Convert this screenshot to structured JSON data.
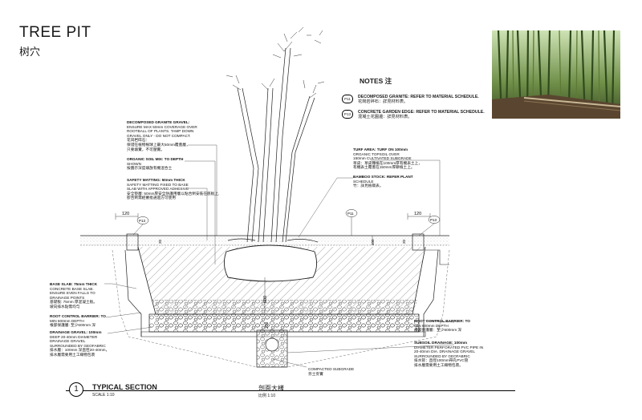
{
  "header": {
    "title": "TREE PIT",
    "subtitle": "树穴"
  },
  "photo": {
    "alt": "bamboo-grove-photo"
  },
  "notes": {
    "title": "NOTES 注",
    "items": [
      {
        "tag": "P11",
        "en": "DECOMPOSED GRANITE: REFER TO MATERIAL SCHEDULE.",
        "cn": "花岗岩碎石：詳見材料表。"
      },
      {
        "tag": "P13",
        "en": "CONCRETE GARDEN EDGE: REFER TO MATERIAL SCHEDULE.",
        "cn": "混凝土花園邊：詳見材料表。"
      }
    ]
  },
  "annotations": {
    "decomposed_granite_gravel": [
      "DECOMPOSED GRANITE GRAVEL:",
      "ENSURE MAX 50mm COVERAGE OVER",
      "ROOTBALL OF PLANTS. TAMP DOWN",
      "GRAVEL ONLY - DO NOT COMPACT.",
      "花崗岩碎石：",
      "保證在植物根球上最大50mm覆蓋層，",
      "只要填實，不可壓實。"
    ],
    "organic_soil_mix": [
      "ORGANIC SOIL MIX: TO DEPTH",
      "SHOWN",
      "按圖示深度填放有機混合土"
    ],
    "safety_matting": [
      "SAFETY MATTING: 50mm THICK",
      "SAFETY MATTING FIXED TO BASE",
      "SLAB WITH APPROVED ADHESIVE",
      "安全墊層: 50mm厚安全防護用層以粘合劑安裝在底板上,",
      "膠合劑需經審批通過方可使用"
    ],
    "turf_area": [
      "TURF AREA: TURF ON 100mm",
      "ORGANIC TOPSOIL OVER",
      "150mm CULTIVATED SUBGRADE",
      "草皮：草皮種植在100mm厚有機表土上，",
      "有機表土覆蓋在150mm厚耕植土上。"
    ],
    "bamboo_stock": [
      "BAMBOO STOCK: REFER PLANT",
      "SCHEDULE",
      "竹：詳見植栽表。"
    ],
    "base_slab": [
      "BASE SLAB: 75mm THICK",
      "CONCRETE BASE SLAB.",
      "ENSURE EVEN FALLS TO",
      "DRAINAGE POINTS",
      "基礎板: 75mm 厚混凝土板。",
      "坡向排水點需均勻"
    ],
    "root_control_barrier_left": [
      "ROOT CONTROL BARRIER: TO",
      "MIN 600mm DEPTH",
      "根部保護層: 至少600mm 深"
    ],
    "drainage_gravel": [
      "DRAINAGE GRAVEL: 100mm",
      "DEEP 20-40mm DIAMETER",
      "DRAINAGE GRAVEL",
      "SURROUNDED BY GEOFABRIC",
      "排水層：100mm 深直徑20-40mm，",
      "排水層需要用土工織物包裹"
    ],
    "root_control_barrier_right": [
      "ROOT CONTROL BARRIER: TO",
      "MIN 600mm DEPTH",
      "根部保護層：至少600mm 深"
    ],
    "subsoil_drainage": [
      "SUBSOIL DRAINAGE: 100mm",
      "DIAMETER PERFORATED PVC PIPE IN",
      "20-40mm DIA. DRAINAGE GRAVEL",
      "SURROUNDED BY GEOFABRIC",
      "排水管：直徑100mm帶孔PVC管",
      "排水層需要用土工織物包裹。"
    ],
    "compacted_subgrade": [
      "COMPACTED SUBGRADE",
      "夯土夯實"
    ]
  },
  "dimensions": {
    "d120_left": "120",
    "d120_right": "120",
    "d20_left": "20",
    "d20_right": "20",
    "d100": "100",
    "d600": "600",
    "d200": "200"
  },
  "tags": {
    "p13_left": "P13",
    "p11_mid": "P11",
    "p13_right": "P13"
  },
  "section": {
    "number": "1",
    "title": "TYPICAL SECTION",
    "scale": "SCALE 1:10",
    "title_cn": "剖面大樣",
    "scale_cn": "比例 1:10"
  }
}
